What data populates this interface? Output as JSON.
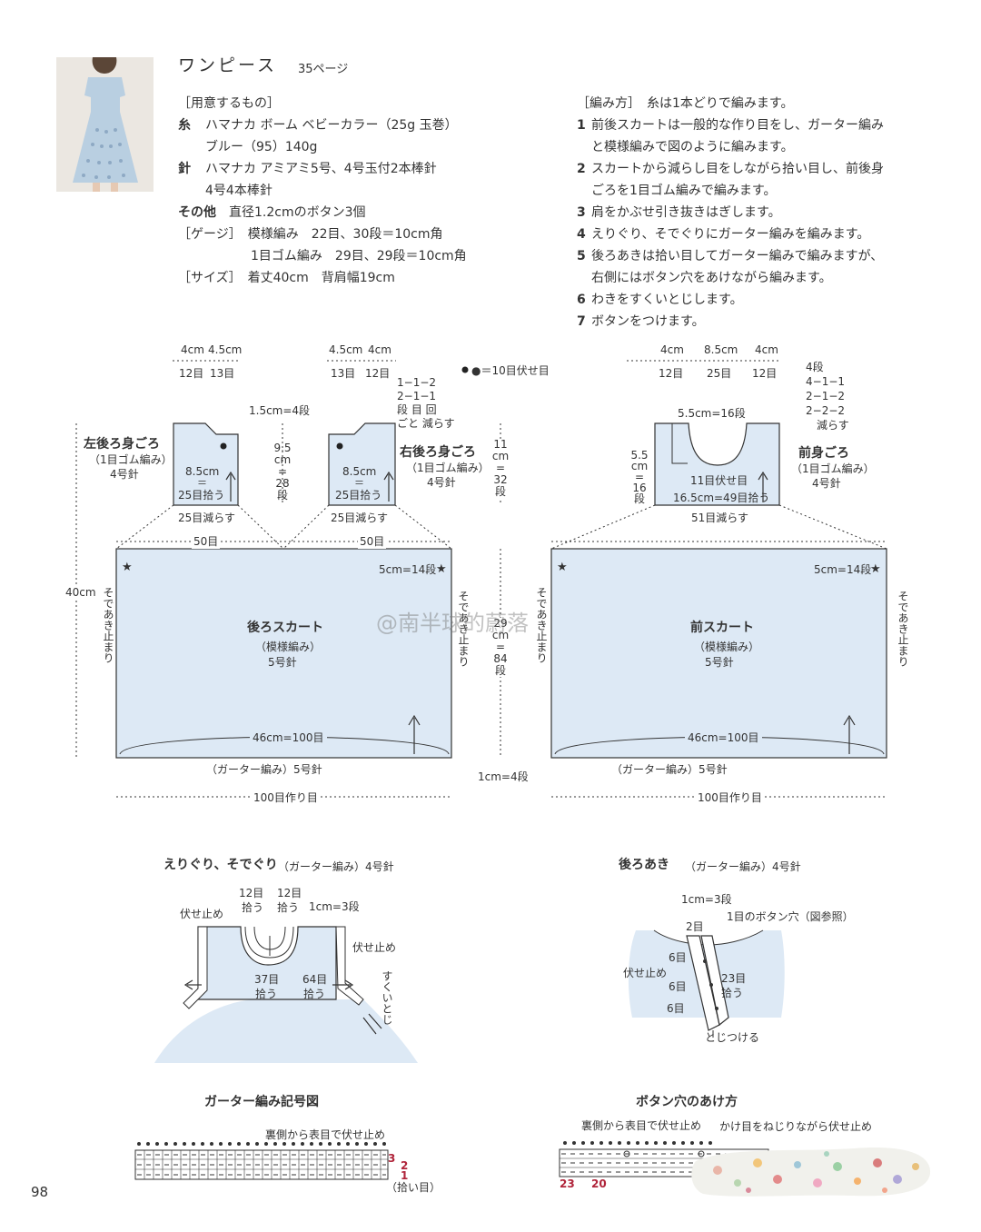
{
  "header": {
    "title": "ワンピース",
    "page_ref": "35ページ"
  },
  "materials": {
    "heading": "［用意するもの］",
    "yarn_label": "糸",
    "yarn_line1": "ハマナカ ボーム ベビーカラー（25g 玉巻）",
    "yarn_line2": "ブルー（95）140g",
    "needle_label": "針",
    "needle_line1": "ハマナカ アミアミ5号、4号玉付2本棒針",
    "needle_line2": "4号4本棒針",
    "other_label": "その他",
    "other_value": "直径1.2cmのボタン3個",
    "gauge_label": "［ゲージ］",
    "gauge_line1": "模様編み　22目、30段＝10cm角",
    "gauge_line2": "1目ゴム編み　29目、29段＝10cm角",
    "size_label": "［サイズ］",
    "size_value": "着丈40cm　背肩幅19cm"
  },
  "instructions": {
    "heading": "［編み方］　糸は1本どりで編みます。",
    "steps": [
      {
        "n": "1",
        "text1": "前後スカートは一般的な作り目をし、ガーター編み",
        "text2": "と模様編みで図のように編みます。"
      },
      {
        "n": "2",
        "text1": "スカートから減らし目をしながら拾い目し、前後身",
        "text2": "ごろを1目ゴム編みで編みます。"
      },
      {
        "n": "3",
        "text1": "肩をかぶせ引き抜きはぎします。",
        "text2": ""
      },
      {
        "n": "4",
        "text1": "えりぐり、そでぐりにガーター編みを編みます。",
        "text2": ""
      },
      {
        "n": "5",
        "text1": "後ろあきは拾い目してガーター編みで編みますが、",
        "text2": "右側にはボタン穴をあけながら編みます。"
      },
      {
        "n": "6",
        "text1": "わきをすくいとじします。",
        "text2": ""
      },
      {
        "n": "7",
        "text1": "ボタンをつけます。",
        "text2": ""
      }
    ]
  },
  "diagram": {
    "legend": "●＝10目伏せ目",
    "left_back": {
      "title": "左後ろ身ごろ",
      "stitch": "（1目ゴム編み）",
      "needle": "4号針",
      "w1": "4cm",
      "w2": "4.5cm",
      "s1": "12目",
      "s2": "13目",
      "mid1": "8.5cm",
      "mid2": "＝",
      "mid3": "25目拾う",
      "bottom": "25目減らす"
    },
    "right_back": {
      "title": "右後ろ身ごろ",
      "stitch": "（1目ゴム編み）",
      "needle": "4号針",
      "w1": "4.5cm",
      "w2": "4cm",
      "s1": "13目",
      "s2": "12目",
      "mid1": "8.5cm",
      "mid2": "＝",
      "mid3": "25目拾う",
      "bottom": "25目減らす",
      "dec1": "1−1−2",
      "dec2": "2−1−1",
      "dec3": "段 目 回",
      "dec4": "ごと 減らす"
    },
    "neck_back": "1.5cm=4段",
    "armhole_h": [
      "9.5",
      "cm",
      "=",
      "28",
      "段"
    ],
    "bodice_h": [
      "11",
      "cm",
      "=",
      "32",
      "段"
    ],
    "front": {
      "title": "前身ごろ",
      "stitch": "（1目ゴム編み）",
      "needle": "4号針",
      "w1": "4cm",
      "w2": "8.5cm",
      "w3": "4cm",
      "s1": "12目",
      "s2": "25目",
      "s3": "12目",
      "neck": "5.5cm=16段",
      "dec1": "4段",
      "dec2": "4−1−1",
      "dec3": "2−1−2",
      "dec4": "2−2−2",
      "dec5": "減らす",
      "bind": "11目伏せ目",
      "pick": "16.5cm=49目拾う",
      "bottom": "51目減らす",
      "side": [
        "5.5",
        "cm",
        "=",
        "16",
        "段"
      ]
    },
    "back_skirt": {
      "title": "後ろスカート",
      "stitch": "（模様編み）",
      "needle": "5号針",
      "top_left": "50目",
      "top_right": "50目",
      "star": "5cm=14段",
      "width": "46cm=100目",
      "garter": "（ガーター編み）5号針",
      "cast": "100目作り目",
      "side": "そであき止まり"
    },
    "front_skirt": {
      "title": "前スカート",
      "stitch": "（模様編み）",
      "needle": "5号針",
      "star": "5cm=14段",
      "width": "46cm=100目",
      "garter": "（ガーター編み）5号針",
      "cast": "100目作り目",
      "side": "そであき止まり"
    },
    "total_h": "40cm",
    "skirt_h": [
      "29",
      "cm",
      "=",
      "84",
      "段"
    ],
    "hem": "1cm=4段"
  },
  "neck_armhole": {
    "title": "えりぐり、そでぐり",
    "stitch": "（ガーター編み）4号針",
    "l1": "12目",
    "l1b": "拾う",
    "l2": "12目",
    "l2b": "拾う",
    "rows": "1cm=3段",
    "bind_left": "伏せ止め",
    "bind_right": "伏せ止め",
    "c37": "37目",
    "c37b": "拾う",
    "c64": "64目",
    "c64b": "拾う",
    "seam": "すくいとじ"
  },
  "back_opening": {
    "title": "後ろあき",
    "stitch": "（ガーター編み）4号針",
    "rows": "1cm=3段",
    "hole": "1目のボタン穴（図参照）",
    "r2": "2目",
    "r6a": "6目",
    "r6b": "6目",
    "r6c": "6目",
    "bind": "伏せ止め",
    "c23": "23目",
    "c23b": "拾う",
    "join": "とじつける"
  },
  "garter_chart": {
    "title": "ガーター編み記号図",
    "note": "裏側から表目で伏せ止め",
    "r3": "3",
    "r2": "2",
    "r1": "1",
    "pick": "（拾い目）"
  },
  "buttonhole": {
    "title": "ボタン穴のあけ方",
    "note1": "裏側から表目で伏せ止め",
    "note2": "かけ目をねじりながら伏せ止め",
    "n23": "23",
    "n20": "20"
  },
  "watermark": "@南半球的蔚落",
  "page_number": "98",
  "colors": {
    "piece_fill": "#dde9f5",
    "line": "#333333",
    "accent_red": "#b0243a"
  }
}
